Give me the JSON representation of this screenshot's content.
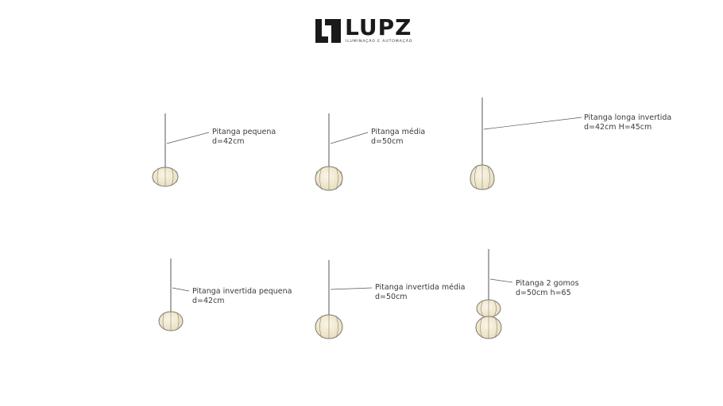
{
  "logo": {
    "icon_name": "lupz-logo-mark",
    "brand": "LUPZ",
    "tagline": "ILUMINAÇÃO E AUTOMAÇÃO"
  },
  "colors": {
    "shade_fill": "#f3ecd6",
    "shade_ribs": "#7c7a70",
    "cable": "#444444",
    "logo_dark": "#1a1a1a"
  },
  "pendants": [
    {
      "name": "Pitanga pequena",
      "dims": "d=42cm"
    },
    {
      "name": "Pitanga média",
      "dims": "d=50cm"
    },
    {
      "name": "Pitanga longa invertida",
      "dims": "d=42cm H=45cm"
    },
    {
      "name": "Pitanga invertida pequena",
      "dims": "d=42cm"
    },
    {
      "name": "Pitanga invertida média",
      "dims": "d=50cm"
    },
    {
      "name": "Pitanga 2 gomos",
      "dims": "d=50cm h=65"
    }
  ]
}
